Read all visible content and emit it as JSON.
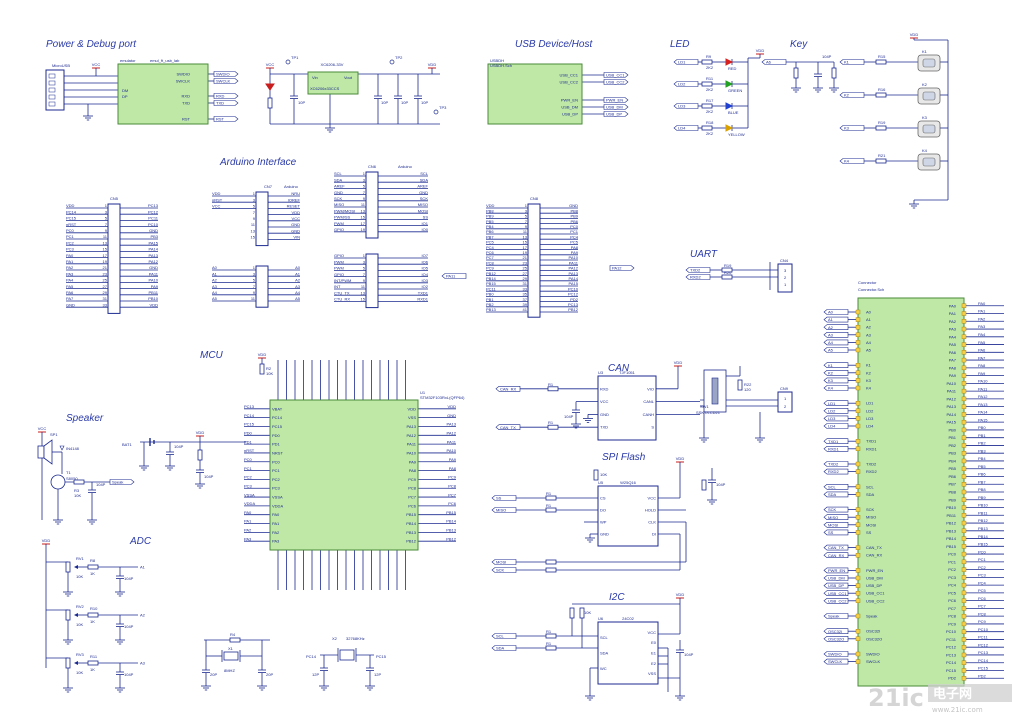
{
  "sections": {
    "power": "Power & Debug port",
    "usb": "USB Device/Host",
    "led": "LED",
    "key": "Key",
    "arduino": "Arduino Interface",
    "uart": "UART",
    "mcu": "MCU",
    "can": "CAN",
    "speaker": "Speaker",
    "spi": "SPI Flash",
    "adc": "ADC",
    "i2c": "I2C"
  },
  "power_block": {
    "usb_label": "MicroUSB",
    "emu_title": "emulator",
    "emu_sub": "emul_ft_usb_lab",
    "emu_pins": [
      "SWDIO",
      "SWCLK",
      "RXD",
      "TXD",
      "RST"
    ],
    "emu_left": [
      "DM",
      "DP"
    ],
    "vcc": "VCC",
    "reg_name": "XC6206-33V",
    "reg_pins": [
      "Vin",
      "Vout"
    ],
    "reg_part": "XC6206x33CCS",
    "caps": [
      "10P",
      "10P",
      "10P",
      "10P"
    ],
    "vdd": "VDD",
    "tp": [
      "TP1",
      "TP2",
      "TP3"
    ]
  },
  "usb_block": {
    "title": "USBDH",
    "sub": "USBDH.Sch",
    "pins": [
      "USB_CC1",
      "USB_CC2",
      "PWR_EN",
      "USB_DM",
      "USB_DP"
    ]
  },
  "leds": [
    {
      "net": "LD1",
      "r": "R9",
      "color": "RED"
    },
    {
      "net": "LD2",
      "r": "R11",
      "color": "GREEN"
    },
    {
      "net": "LD3",
      "r": "R17",
      "color": "BLUE"
    },
    {
      "net": "LD4",
      "r": "R18",
      "color": "YELLOW"
    }
  ],
  "keys": [
    {
      "net": "K1",
      "r": "R15",
      "sw": "K1"
    },
    {
      "net": "K2",
      "r": "R16",
      "sw": "K2"
    },
    {
      "net": "K3",
      "r": "R19",
      "sw": "K3"
    },
    {
      "net": "K4",
      "r": "R21",
      "sw": "K4"
    }
  ],
  "hdr_left": {
    "ref": "CN5",
    "left": [
      "VDD",
      "PC14",
      "PC15",
      "nRST",
      "PC0",
      "PC1",
      "PC2",
      "PC3",
      "PA0",
      "PA1",
      "PA2",
      "PA3",
      "PA4",
      "PA5",
      "PA6",
      "PA7",
      "GND"
    ],
    "right": [
      "PC13",
      "PC12",
      "PC11",
      "PC10",
      "GND",
      "PB3",
      "PA15",
      "PA14",
      "PA13",
      "PA12",
      "GND",
      "PA11",
      "PA10",
      "PA9",
      "PB11",
      "PB10",
      "VDD"
    ]
  },
  "hdr_mid": {
    "ref": "CN7",
    "title": "Arduino",
    "left": [
      "VDD",
      "nRST",
      "VCC",
      "",
      "",
      "",
      ""
    ],
    "right": [
      "NRU",
      "IOREF",
      "RESET",
      "VDD",
      "VCC",
      "GND",
      "GND",
      "VIN"
    ],
    "left2": [
      "A0",
      "A1",
      "A2",
      "A3",
      "A4",
      "A5"
    ],
    "right2": [
      "A0",
      "A1",
      "A2",
      "A3",
      "A4",
      "A5"
    ]
  },
  "hdr_ard2": {
    "ref": "CN6",
    "title": "Arduino",
    "left": [
      "SCL",
      "SDA",
      "AREF",
      "GND",
      "SCK",
      "MISO",
      "PWM/MOSI",
      "PWM/SS",
      "PWM",
      "GPIO"
    ],
    "right": [
      "SCL",
      "SDA",
      "AREF",
      "GND",
      "SCK",
      "MISO",
      "MOSI",
      "SS",
      "IO1",
      "IO0"
    ],
    "left2": [
      "GPIO",
      "PWM",
      "PWM",
      "GPIO",
      "INT/PWM",
      "INT",
      "CTU_TX",
      "CTU_RX"
    ],
    "right2": [
      "IO7",
      "IO6",
      "IO5",
      "IO4",
      "IO3",
      "IO2",
      "TXD1",
      "RXD1"
    ]
  },
  "hdr_right": {
    "ref": "CN8",
    "left": [
      "VDD",
      "PB8",
      "PB9",
      "PB5",
      "PB4",
      "PB6",
      "PB7",
      "PC5",
      "PC4",
      "PC6",
      "PC7",
      "PC8",
      "PC9",
      "PB12",
      "PB14",
      "PB15",
      "PC11",
      "PB0",
      "PB1",
      "PB2",
      "PB13"
    ],
    "right": [
      "GND",
      "PB8",
      "PB9",
      "PB6",
      "PC0",
      "PC1",
      "PC4",
      "PC5",
      "PA8",
      "PA9",
      "PA10",
      "PA11",
      "PA12",
      "PA13",
      "PA14",
      "PA15",
      "PC10",
      "PC12",
      "PD2",
      "PC13",
      "PB12"
    ]
  },
  "uart": {
    "ref": "CN4",
    "nets": [
      "TXD2",
      "RXD2"
    ],
    "res": [
      "R19",
      "R20"
    ]
  },
  "mcu": {
    "ref": "U1",
    "part": "STM32F103RxL(QFP64)",
    "left": [
      "PC13",
      "PC14",
      "PC15",
      "PD0",
      "PD1",
      "nRST",
      "PC0",
      "PC1",
      "PC2",
      "PC3",
      "VSSA",
      "VDDA",
      "PA0",
      "PA1",
      "PA2",
      "PA3"
    ],
    "left_in": [
      "VBAT",
      "PC14",
      "PC15",
      "PD0",
      "PD1",
      "NRST",
      "PC0",
      "PC1",
      "PC2",
      "PC3",
      "VSSA",
      "VDDA",
      "PA0",
      "PA1",
      "PA2",
      "PA3"
    ],
    "right_in": [
      "VDD",
      "VSS",
      "PA13",
      "PA12",
      "PA11",
      "PA10",
      "PA9",
      "PA8",
      "PC9",
      "PC8",
      "PC7",
      "PC6",
      "PB15",
      "PB14",
      "PB13",
      "PB12"
    ],
    "right": [
      "VDD",
      "GND",
      "PA13",
      "PA12",
      "PA11",
      "PA10",
      "PA9",
      "PA8",
      "PC9",
      "PC8",
      "PC7",
      "PC6",
      "PB15",
      "PB14",
      "PB13",
      "PB12"
    ],
    "boot": "BAT1",
    "cap": "104P",
    "res": "R2",
    "resv": "10K"
  },
  "can": {
    "ic": "TJF1051",
    "ref": "U3",
    "pins_l": [
      "RXD",
      "VCC",
      "GND",
      "TXD"
    ],
    "pins_r": [
      "VIO",
      "CANL",
      "CANH",
      "S"
    ],
    "nets": [
      "CAN_RX",
      "CAN_TX"
    ],
    "conn": "CN9",
    "sw": "SW1",
    "sw_lbl": "SSKT/LCD21",
    "res": "R22",
    "resv": "120"
  },
  "spi": {
    "ic": "W25Q16",
    "ref": "U5",
    "pins_l": [
      "CS",
      "DO",
      "WP",
      "GND"
    ],
    "pins_r": [
      "VCC",
      "HOLD",
      "CLK",
      "DI"
    ],
    "nets": [
      "SS",
      "MISO",
      "MOSI",
      "SCK"
    ],
    "cap": "104P"
  },
  "i2c": {
    "ic": "24C02",
    "ref": "U6",
    "pins_l": [
      "SCL",
      "SDA",
      "WC"
    ],
    "pins_r": [
      "VCC",
      "E0",
      "E1",
      "E2",
      "VSS"
    ],
    "nets": [
      "SCL",
      "SDA"
    ],
    "cap": "104P"
  },
  "speaker": {
    "ref": "T1",
    "part": "S8050",
    "res": "R3",
    "resv": "10K",
    "cap": "104P",
    "net": "Speak",
    "sp": "SP1"
  },
  "adc": {
    "rows": [
      {
        "rv": "RV1",
        "r": "R8",
        "net": "A1",
        "rv_val": "10K",
        "cap": "104P"
      },
      {
        "rv": "RV2",
        "r": "R10",
        "net": "A2",
        "rv_val": "10K",
        "cap": "104P"
      },
      {
        "rv": "RV3",
        "r": "R11",
        "net": "A3",
        "rv_val": "10K",
        "cap": "104P"
      }
    ]
  },
  "crystal": {
    "x1": "X1",
    "x1v": "8MHZ",
    "x2": "X2",
    "x2v": "32768KHz",
    "caps": [
      "20P",
      "20P",
      "12P",
      "12P"
    ],
    "nets": [
      "PC14",
      "PC15"
    ]
  },
  "connector": {
    "title": "Connector",
    "sub": "Connector.Sch",
    "left": [
      "A0",
      "A1",
      "A2",
      "A3",
      "A4",
      "A5",
      "",
      "K1",
      "K2",
      "K3",
      "K4",
      "",
      "LD1",
      "LD2",
      "LD3",
      "LD4",
      "",
      "TXD1",
      "RXD1",
      "",
      "TXD2",
      "RXD2",
      "",
      "SCL",
      "SDA",
      "",
      "SCK",
      "MISO",
      "MOSI",
      "SS",
      "",
      "CAN_TX",
      "CAN_RX",
      "",
      "PWR_EN",
      "USB_DM",
      "USB_DP",
      "USB_CC1",
      "USB_CC2",
      "",
      "Speak",
      "",
      "OSC32I",
      "OSC32O",
      "",
      "SWDIO",
      "SWCLK"
    ],
    "right": [
      "PA0",
      "PA1",
      "PA2",
      "PA3",
      "PA4",
      "PA5",
      "PA6",
      "PA7",
      "PA8",
      "PA9",
      "PA10",
      "PA11",
      "PA12",
      "PA13",
      "PA14",
      "PA15",
      "PB0",
      "PB1",
      "PB2",
      "PB3",
      "PB4",
      "PB5",
      "PB6",
      "PB7",
      "PB8",
      "PB9",
      "PB10",
      "PB11",
      "PB12",
      "PB13",
      "PB14",
      "PB15",
      "PC0",
      "PC1",
      "PC2",
      "PC3",
      "PC4",
      "PC5",
      "PC6",
      "PC7",
      "PC8",
      "PC9",
      "PC10",
      "PC11",
      "PC12",
      "PC13",
      "PC14",
      "PC15",
      "PD2"
    ]
  },
  "watermark": {
    "brand": "21ic",
    "cn": "电子网",
    "url": "www.21ic.com"
  }
}
